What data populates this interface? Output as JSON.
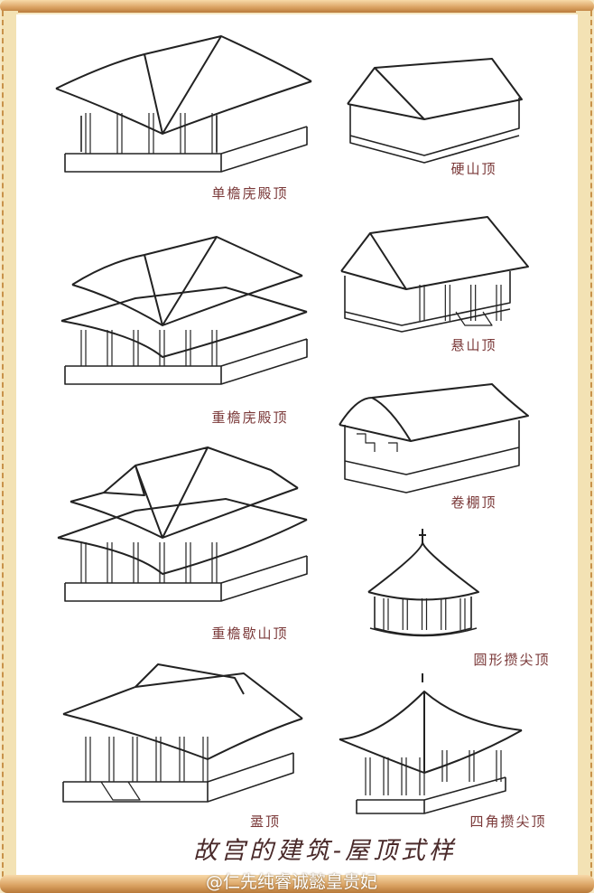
{
  "title": "故宫的建筑-屋顶式样",
  "watermark": "@仁先纯睿诚懿皇贵妃",
  "colors": {
    "label": "#7a3838",
    "frame": "#d9a060",
    "paper": "#ffffff"
  },
  "roofs": [
    {
      "label": "单檐庑殿顶",
      "type": "hip"
    },
    {
      "label": "硬山顶",
      "type": "gable"
    },
    {
      "label": "重檐庑殿顶",
      "type": "double-hip"
    },
    {
      "label": "悬山顶",
      "type": "overhang-gable"
    },
    {
      "label": "卷棚顶",
      "type": "round-ridge"
    },
    {
      "label": "重檐歇山顶",
      "type": "double-hip-gable"
    },
    {
      "label": "圆形攒尖顶",
      "type": "round-pyramid"
    },
    {
      "label": "盝顶",
      "type": "flat-hip"
    },
    {
      "label": "四角攒尖顶",
      "type": "square-pyramid"
    }
  ]
}
